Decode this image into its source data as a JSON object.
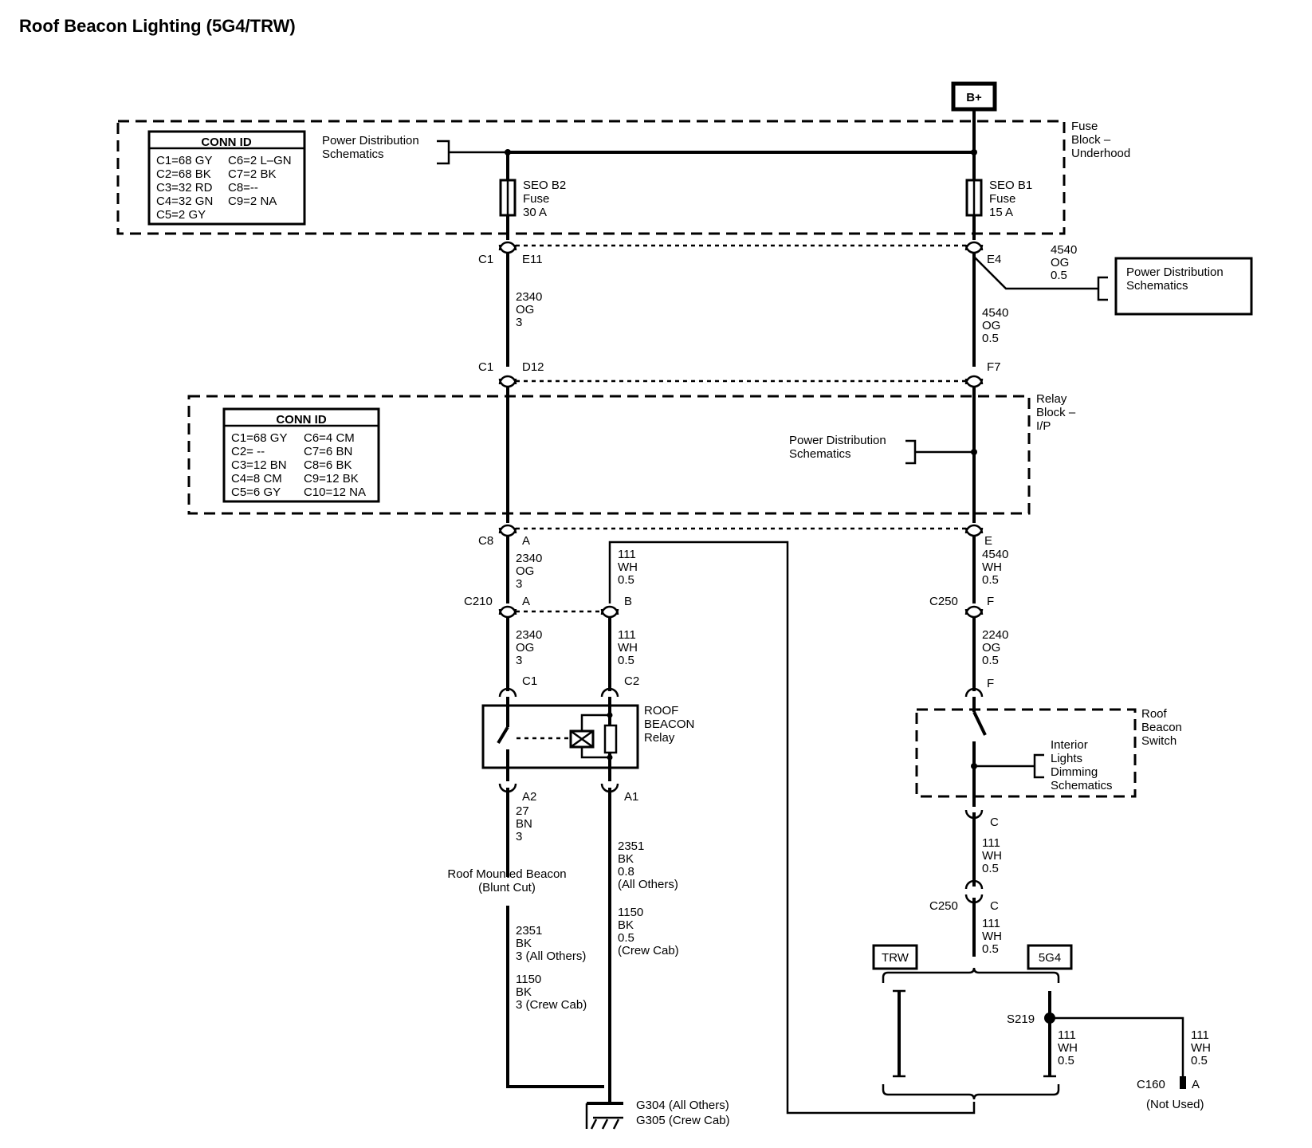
{
  "title": "Roof Beacon Lighting (5G4/TRW)",
  "bplus": "B+",
  "fuse_block": [
    "Fuse",
    "Block –",
    "Underhood"
  ],
  "relay_block": [
    "Relay",
    "Block –",
    "I/P"
  ],
  "conn_id_1": {
    "header": "CONN ID",
    "rows": [
      [
        "C1=68 GY",
        "C6=2 L–GN"
      ],
      [
        "C2=68 BK",
        "C7=2 BK"
      ],
      [
        "C3=32 RD",
        "C8=--"
      ],
      [
        "C4=32 GN",
        "C9=2 NA"
      ],
      [
        "C5=2 GY",
        ""
      ]
    ]
  },
  "conn_id_2": {
    "header": "CONN ID",
    "rows": [
      [
        "C1=68 GY",
        "C6=4 CM"
      ],
      [
        "C2= --",
        "C7=6 BN"
      ],
      [
        "C3=12 BN",
        "C8=6 BK"
      ],
      [
        "C4=8 CM",
        "C9=12 BK"
      ],
      [
        "C5=6 GY",
        "C10=12 NA"
      ]
    ]
  },
  "pds_top": [
    "Power Distribution",
    "Schematics"
  ],
  "pds_right": [
    "Power Distribution",
    "Schematics"
  ],
  "pds_relay": [
    "Power Distribution",
    "Schematics"
  ],
  "fuse_b2": [
    "SEO B2",
    "Fuse",
    "30 A"
  ],
  "fuse_b1": [
    "SEO B1",
    "Fuse",
    "15 A"
  ],
  "connectors": {
    "c1": "C1",
    "e11": "E11",
    "e4": "E4",
    "c1b": "C1",
    "d12": "D12",
    "f7": "F7",
    "c8": "C8",
    "a_c8": "A",
    "e": "E",
    "c210": "C210",
    "a_c210": "A",
    "b_c210": "B",
    "c250a": "C250",
    "f_c250": "F",
    "relay_c1": "C1",
    "relay_c2": "C2",
    "relay_a2": "A2",
    "relay_a1": "A1",
    "switch_f": "F",
    "switch_c": "C",
    "c250b": "C250",
    "c_c250": "C",
    "s219": "S219",
    "c160": "C160",
    "a_c160": "A"
  },
  "wires": {
    "w2340_top": [
      "2340",
      "OG",
      "3"
    ],
    "w4540_branch": [
      "4540",
      "OG",
      "0.5"
    ],
    "w4540_og": [
      "4540",
      "OG",
      "0.5"
    ],
    "w2340_mid": [
      "2340",
      "OG",
      "3"
    ],
    "w111_top": [
      "111",
      "WH",
      "0.5"
    ],
    "w4540_wh": [
      "4540",
      "WH",
      "0.5"
    ],
    "w2340_low": [
      "2340",
      "OG",
      "3"
    ],
    "w111_low": [
      "111",
      "WH",
      "0.5"
    ],
    "w2240": [
      "2240",
      "OG",
      "0.5"
    ],
    "w27": [
      "27",
      "BN",
      "3"
    ],
    "w2351_a1": [
      "2351",
      "BK",
      "0.8",
      "(All Others)"
    ],
    "w1150_a1": [
      "1150",
      "BK",
      "0.5",
      "(Crew Cab)"
    ],
    "w2351_bc": [
      "2351",
      "BK",
      "3 (All Others)"
    ],
    "w1150_bc": [
      "1150",
      "BK",
      "3 (Crew Cab)"
    ],
    "w111_sw": [
      "111",
      "WH",
      "0.5"
    ],
    "w111_c250": [
      "111",
      "WH",
      "0.5"
    ],
    "w111_s219": [
      "111",
      "WH",
      "0.5"
    ],
    "w111_c160": [
      "111",
      "WH",
      "0.5"
    ]
  },
  "relay_label": [
    "ROOF",
    "BEACON",
    "Relay"
  ],
  "switch_label": [
    "Roof",
    "Beacon",
    "Switch"
  ],
  "dimming": [
    "Interior",
    "Lights",
    "Dimming",
    "Schematics"
  ],
  "beacon": [
    "Roof Mounted Beacon",
    "(Blunt Cut)"
  ],
  "ground": [
    "G304 (All Others)",
    "G305 (Crew Cab)"
  ],
  "trw": "TRW",
  "opt_5g4": "5G4",
  "not_used": "(Not Used)"
}
